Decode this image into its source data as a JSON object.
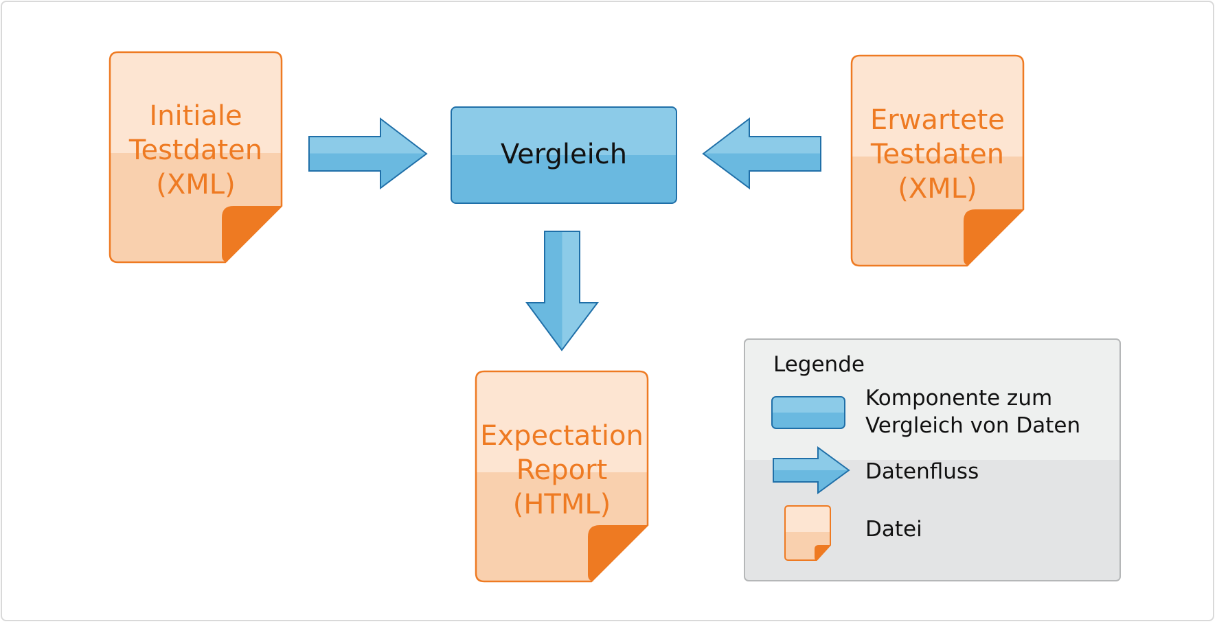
{
  "files": {
    "initial": {
      "lines": [
        "Initiale",
        "Testdaten",
        "(XML)"
      ]
    },
    "expected": {
      "lines": [
        "Erwartete",
        "Testdaten",
        "(XML)"
      ]
    },
    "report": {
      "lines": [
        "Expectation",
        "Report",
        "(HTML)"
      ]
    }
  },
  "component": {
    "label": "Vergleich"
  },
  "legend": {
    "title": "Legende",
    "items": [
      {
        "lines": [
          "Komponente zum",
          "Vergleich von Daten"
        ]
      },
      {
        "lines": [
          "Datenfluss"
        ]
      },
      {
        "lines": [
          "Datei"
        ]
      }
    ]
  },
  "colors": {
    "file_orange": "#ee7a22",
    "file_fill_top": "#fde5d2",
    "file_fill_bottom": "#f9d0ae",
    "component_blue": "#6ab9e0",
    "component_blue_light": "#8ccbe8",
    "component_border": "#1f6fa8",
    "legend_bg_top": "#eef0ef",
    "legend_bg_bottom": "#e3e4e5"
  }
}
